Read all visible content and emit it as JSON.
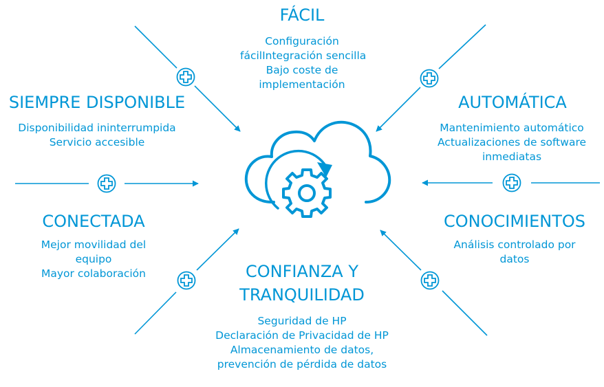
{
  "colors": {
    "accent": "#0096d6",
    "background": "#ffffff"
  },
  "center": {
    "icon": "cloud-gear-icon"
  },
  "categories": {
    "facil": {
      "title": "FÁCIL",
      "lines": [
        "Configuración",
        "fácilIntegración sencilla",
        "Bajo coste de",
        "implementación"
      ]
    },
    "siempre_disponible": {
      "title": "SIEMPRE DISPONIBLE",
      "lines": [
        "Disponibilidad ininterrumpida",
        "Servicio accesible"
      ]
    },
    "automatica": {
      "title": "AUTOMÁTICA",
      "lines": [
        "Mantenimiento automático",
        "Actualizaciones de software",
        "inmediatas"
      ]
    },
    "conectada": {
      "title": "CONECTADA",
      "lines": [
        "Mejor movilidad del",
        "equipo",
        "Mayor colaboración"
      ]
    },
    "conocimientos": {
      "title": "CONOCIMIENTOS",
      "lines": [
        "Análisis controlado por",
        "datos"
      ]
    },
    "confianza": {
      "title_lines": [
        "CONFIANZA Y",
        "TRANQUILIDAD"
      ],
      "lines": [
        "Seguridad de HP",
        "Declaración de Privacidad de HP",
        "Almacenamiento de datos,",
        "prevención de pérdida de datos"
      ]
    }
  },
  "connector_icon": "plus-circle-icon"
}
